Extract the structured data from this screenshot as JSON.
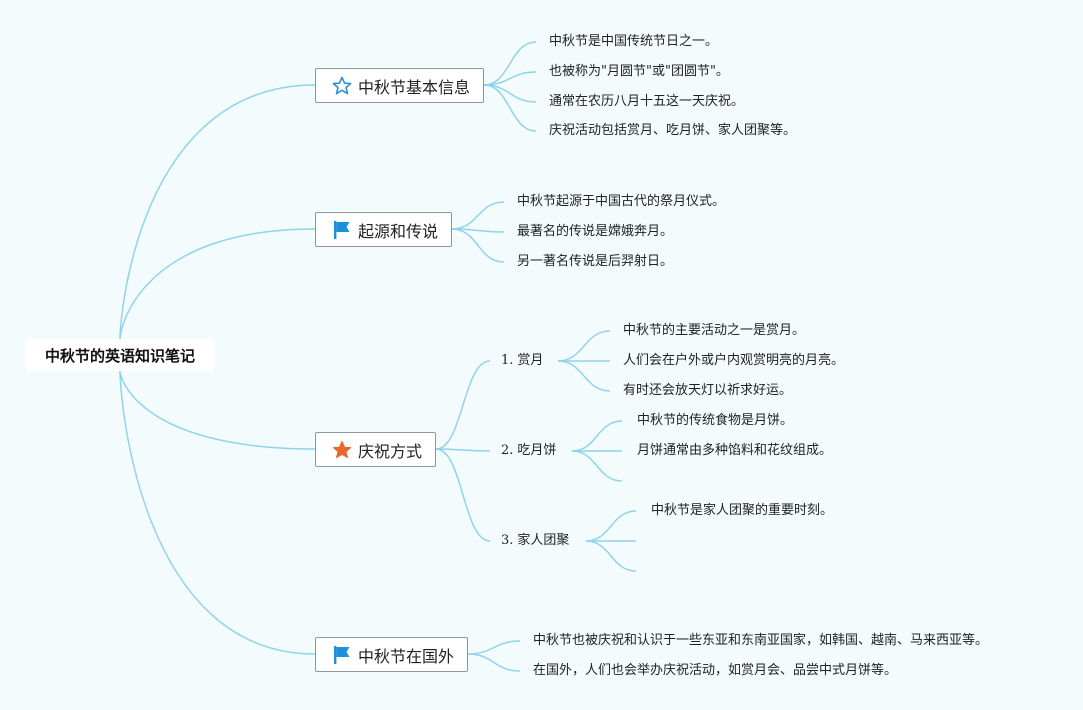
{
  "mindmap": {
    "root": "中秋节的英语知识笔记",
    "branches": [
      {
        "label": "中秋节基本信息",
        "icon": "star-outline-icon",
        "items": [
          "中秋节是中国传统节日之一。",
          "也被称为\"月圆节\"或\"团圆节\"。",
          "通常在农历八月十五这一天庆祝。",
          "庆祝活动包括赏月、吃月饼、家人团聚等。"
        ]
      },
      {
        "label": "起源和传说",
        "icon": "flag-icon",
        "items": [
          "中秋节起源于中国古代的祭月仪式。",
          "最著名的传说是嫦娥奔月。",
          "另一著名传说是后羿射日。"
        ]
      },
      {
        "label": "庆祝方式",
        "icon": "star-filled-icon",
        "subs": [
          {
            "num": "1.",
            "label": "赏月",
            "items": [
              "中秋节的主要活动之一是赏月。",
              "人们会在户外或户内观赏明亮的月亮。",
              "有时还会放天灯以祈求好运。"
            ]
          },
          {
            "num": "2.",
            "label": "吃月饼",
            "items": [
              "中秋节的传统食物是月饼。",
              "月饼通常由多种馅料和花纹组成。"
            ]
          },
          {
            "num": "3.",
            "label": "家人团聚",
            "items": [
              "中秋节是家人团聚的重要时刻。"
            ]
          }
        ]
      },
      {
        "label": "中秋节在国外",
        "icon": "flag-icon",
        "items": [
          "中秋节也被庆祝和认识于一些东亚和东南亚国家，如韩国、越南、马来西亚等。",
          "在国外，人们也会举办庆祝活动，如赏月会、品尝中式月饼等。"
        ]
      }
    ]
  },
  "colors": {
    "connector": "#8fd3ec",
    "star_outline": "#2f8fd6",
    "flag": "#1e8fdb",
    "star_filled": "#e8672d"
  }
}
